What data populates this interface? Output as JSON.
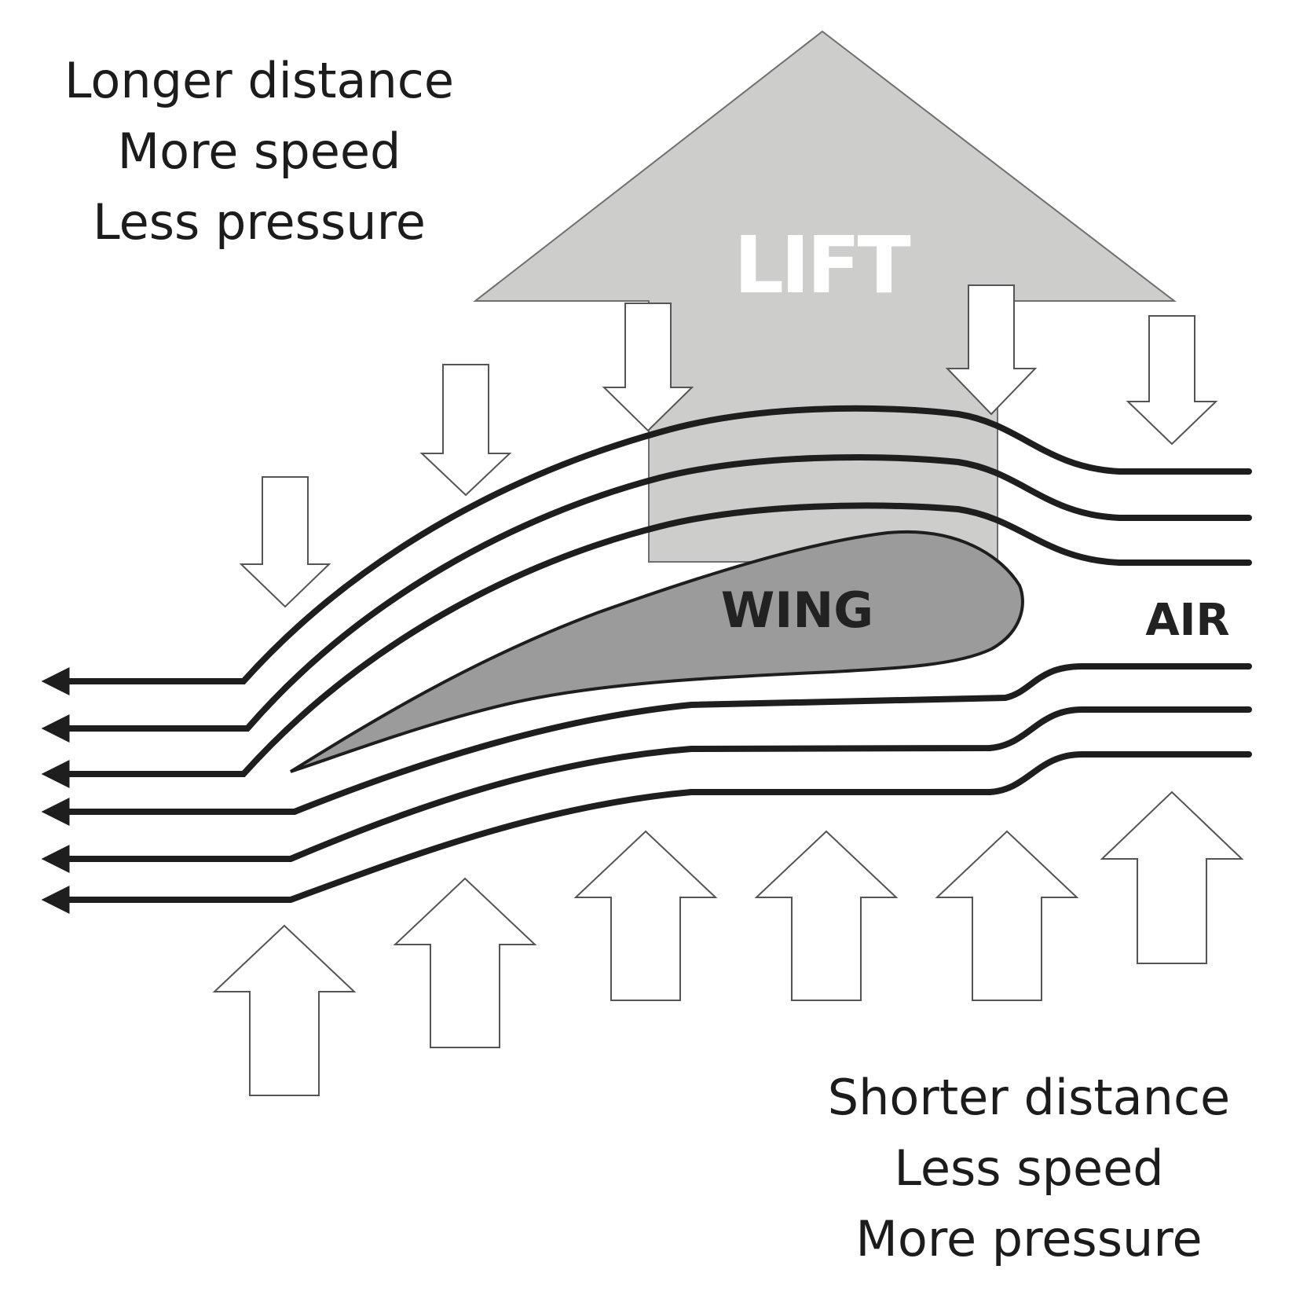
{
  "top_caption": {
    "line1": "Longer distance",
    "line2": "More speed",
    "line3": "Less pressure"
  },
  "bottom_caption": {
    "line1": "Shorter distance",
    "line2": "Less speed",
    "line3": "More pressure"
  },
  "labels": {
    "lift": "LIFT",
    "wing": "WING",
    "air": "AIR"
  },
  "colors": {
    "lift_arrow": "#cdcecc",
    "wing": "#9b9b9b",
    "streamline": "#1e1e1e",
    "pressure_arrow": "#ffffff",
    "text": "#1c1c1c"
  }
}
